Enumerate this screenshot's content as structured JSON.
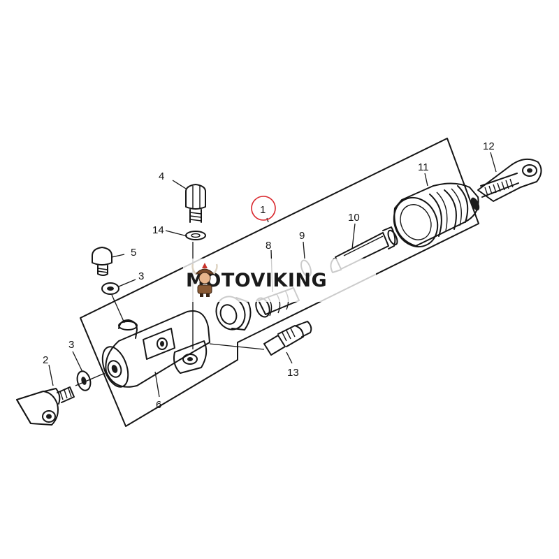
{
  "diagram": {
    "callouts": [
      {
        "id": "c1",
        "label": "1",
        "circled": true,
        "accent": "#d9262c"
      },
      {
        "id": "c2",
        "label": "2"
      },
      {
        "id": "c3a",
        "label": "3"
      },
      {
        "id": "c3b",
        "label": "3"
      },
      {
        "id": "c4",
        "label": "4"
      },
      {
        "id": "c5",
        "label": "5"
      },
      {
        "id": "c6",
        "label": "6"
      },
      {
        "id": "c8",
        "label": "8"
      },
      {
        "id": "c9",
        "label": "9"
      },
      {
        "id": "c10",
        "label": "10"
      },
      {
        "id": "c11",
        "label": "11"
      },
      {
        "id": "c12",
        "label": "12"
      },
      {
        "id": "c13",
        "label": "13"
      },
      {
        "id": "c14",
        "label": "14"
      }
    ]
  },
  "watermark": {
    "brand": "MOTOVIKING",
    "logo": "viking-mascot-icon",
    "logo_accent": "#c8322a"
  }
}
